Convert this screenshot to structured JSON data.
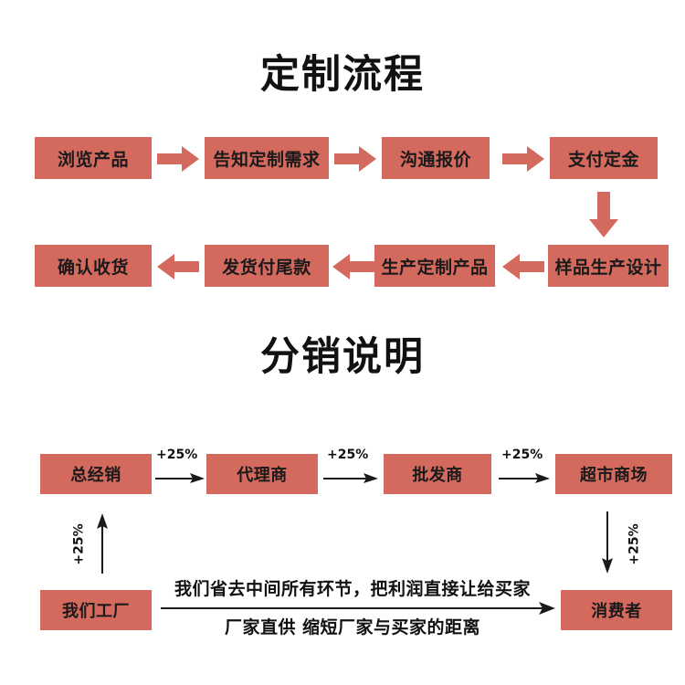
{
  "sections": {
    "process": {
      "title": "定制流程",
      "row1": [
        {
          "label": "浏览产品"
        },
        {
          "label": "告知定制需求"
        },
        {
          "label": "沟通报价"
        },
        {
          "label": "支付定金"
        }
      ],
      "row2": [
        {
          "label": "确认收货"
        },
        {
          "label": "发货付尾款"
        },
        {
          "label": "生产定制产品"
        },
        {
          "label": "样品生产设计"
        }
      ],
      "arrow_right_icon": "arrow-right-block-icon",
      "arrow_left_icon": "arrow-left-block-icon",
      "arrow_down_icon": "arrow-down-block-icon"
    },
    "distribution": {
      "title": "分销说明",
      "chain": [
        {
          "label": "总经销"
        },
        {
          "label": "代理商"
        },
        {
          "label": "批发商"
        },
        {
          "label": "超市商场"
        }
      ],
      "markups": [
        "+25%",
        "+25%",
        "+25%"
      ],
      "markup_left": "+25%",
      "markup_right": "+25%",
      "factory": {
        "label": "我们工厂"
      },
      "consumer": {
        "label": "消费者"
      },
      "slogan_line1": "我们省去中间所有环节，把利润直接让给买家",
      "slogan_line2": "厂家直供  缩短厂家与买家的距离",
      "arrow_thin_right_icon": "arrow-right-thin-icon",
      "arrow_thin_up_icon": "arrow-up-thin-icon",
      "arrow_thin_down_icon": "arrow-down-thin-icon"
    }
  },
  "colors": {
    "accent": "#d4695e",
    "text": "#111111",
    "background": "#ffffff"
  }
}
